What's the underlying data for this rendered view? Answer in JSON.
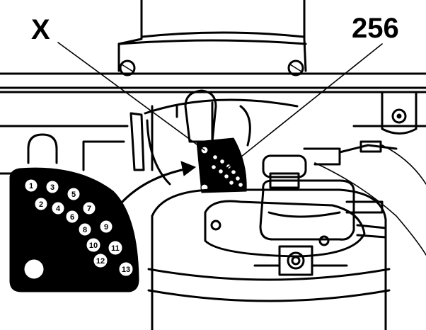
{
  "labels": {
    "x_marker": "X",
    "part_number": "256"
  },
  "inset": {
    "hole_numbers": [
      "1",
      "2",
      "3",
      "4",
      "5",
      "6",
      "7",
      "8",
      "9",
      "10",
      "11",
      "12",
      "13"
    ]
  },
  "colors": {
    "ink": "#000000",
    "paper": "#ffffff"
  }
}
